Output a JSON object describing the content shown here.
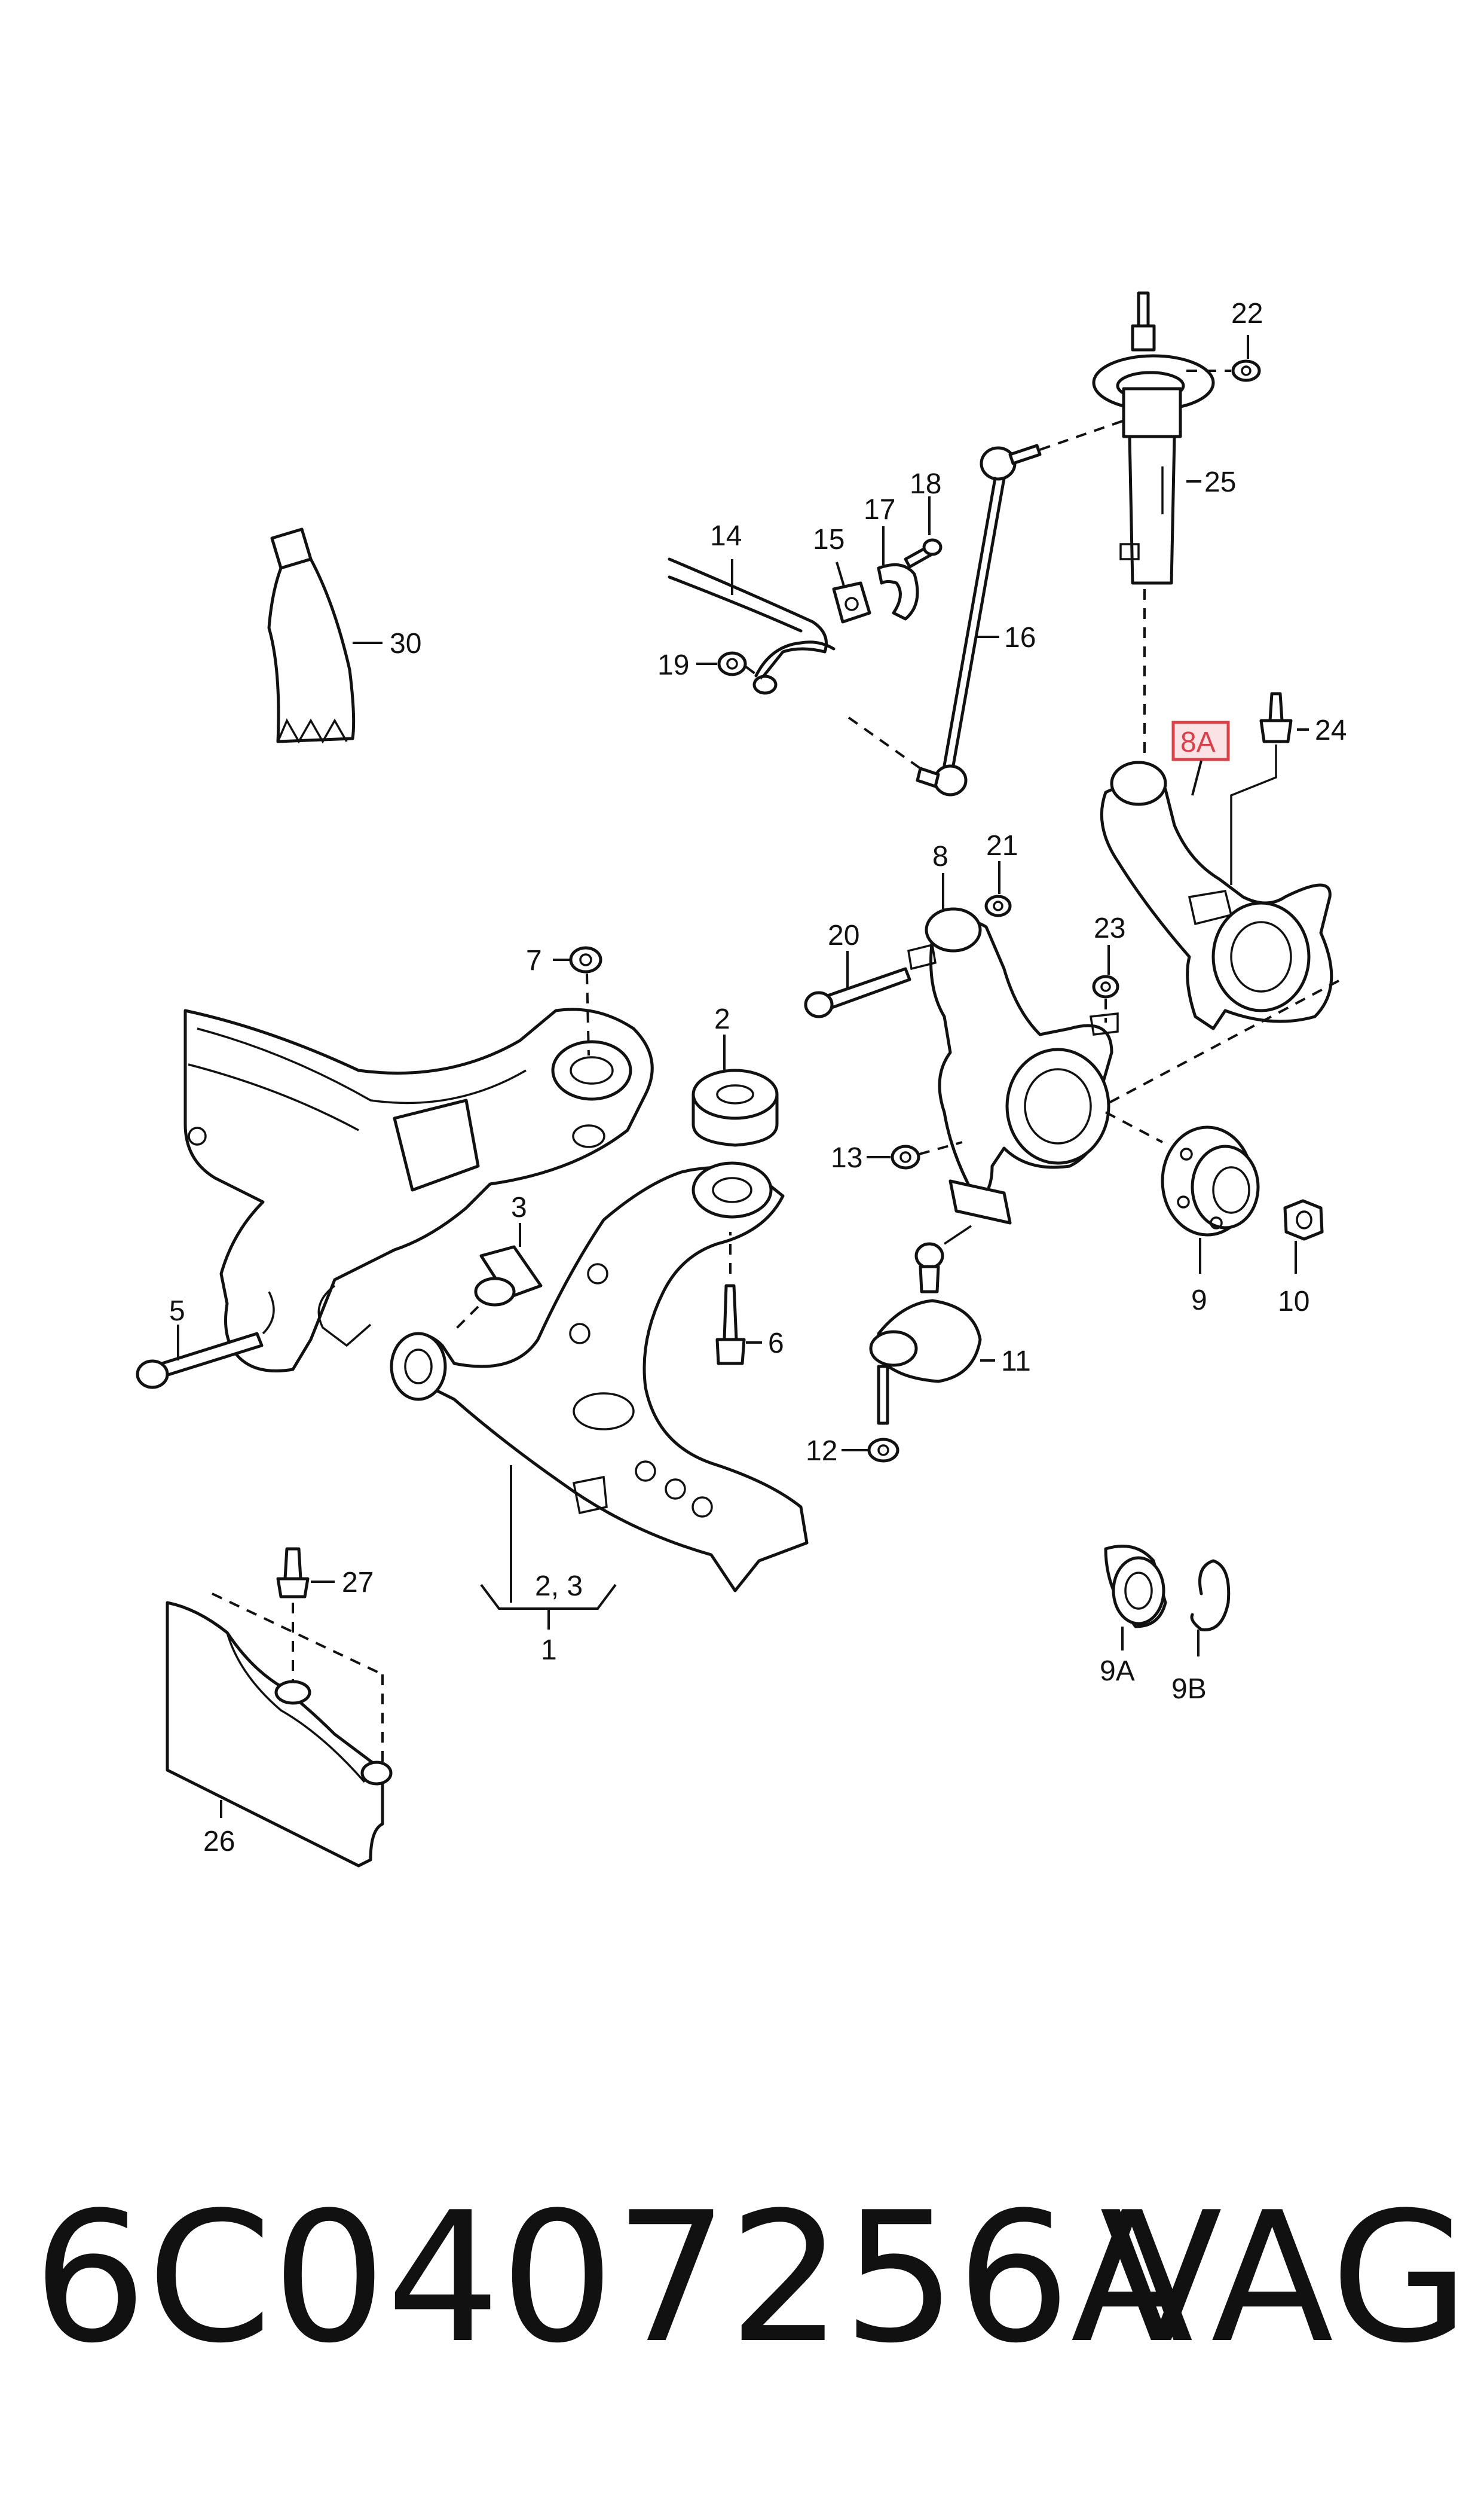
{
  "labels": {
    "l1": "1",
    "l2": "2",
    "l3": "3",
    "l23": "2, 3",
    "l5": "5",
    "l6": "6",
    "l7": "7",
    "l8": "8",
    "l8a": "8A",
    "l9": "9",
    "l9a": "9A",
    "l9b": "9B",
    "l10": "10",
    "l11": "11",
    "l12": "12",
    "l13": "13",
    "l14": "14",
    "l15": "15",
    "l16": "16",
    "l17": "17",
    "l18": "18",
    "l19": "19",
    "l20": "20",
    "l21": "21",
    "l22": "22",
    "l23b": "23",
    "l24": "24",
    "l25": "25",
    "l26": "26",
    "l27": "27",
    "l30": "30"
  },
  "footer": {
    "part_number": "6C0407256A",
    "brand": "VAG"
  },
  "colors": {
    "ink": "#111111",
    "highlight": "#d9404a",
    "highlight_fill": "#fbe3e5"
  }
}
